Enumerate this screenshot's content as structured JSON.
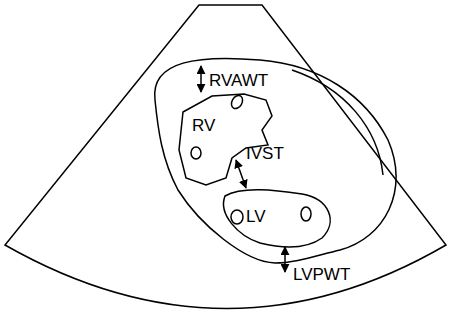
{
  "diagram": {
    "labels": [
      "RVAWT",
      "RV",
      "IVST",
      "LV",
      "LVPWT"
    ]
  }
}
